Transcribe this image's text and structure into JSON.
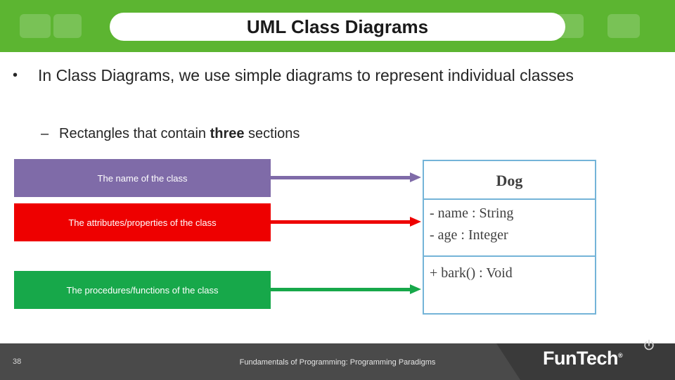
{
  "header": {
    "title": "UML Class Diagrams"
  },
  "content": {
    "bullet_marker_1": "•",
    "bullet_1": "In Class Diagrams, we use simple diagrams to represent individual classes",
    "bullet_marker_2": "–",
    "bullet_2_prefix": "Rectangles that contain ",
    "bullet_2_bold": "three",
    "bullet_2_suffix": " sections"
  },
  "labels": [
    {
      "text": "The name of the class",
      "color": "#7f6ba8"
    },
    {
      "text": "The attributes/properties of the class",
      "color": "#ee0000"
    },
    {
      "text": "The procedures/functions of the class",
      "color": "#17a84a"
    }
  ],
  "uml_class": {
    "name": "Dog",
    "attributes": [
      "- name : String",
      "- age : Integer"
    ],
    "operations": [
      "+ bark() : Void"
    ],
    "border_color": "#74b4d8"
  },
  "footer": {
    "slide_number": "38",
    "center_text": "Fundamentals of Programming: Programming Paradigms",
    "logo_fun": "Fun",
    "logo_tech": "Tech",
    "logo_registered": "®"
  }
}
